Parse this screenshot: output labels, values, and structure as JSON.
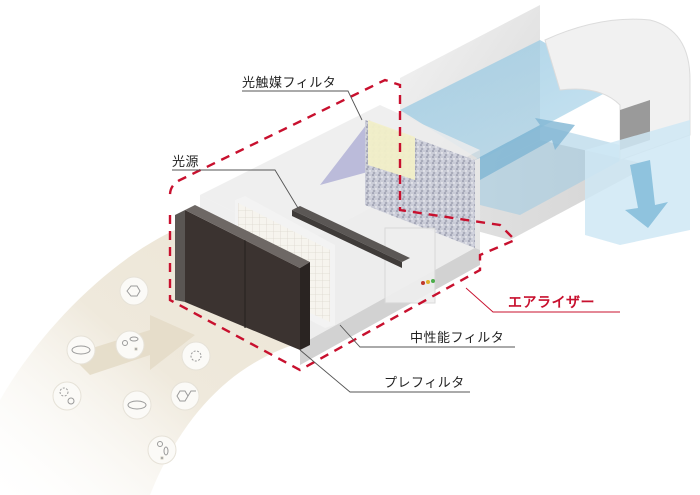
{
  "diagram": {
    "title": "エアライザー",
    "type": "isometric air purifier cutaway",
    "colors": {
      "boundary_dash": "#c8102e",
      "brand_label": "#c8102e",
      "prefilter": "#3b3330",
      "duct_blue": "#a9d4ea",
      "intake_flow": "#efe9dc",
      "photocatalyst": "#f2efc8"
    },
    "labels": {
      "photocatalyst_filter": "光触媒フィルタ",
      "light_source": "光源",
      "product_name": "エアライザー",
      "medium_filter": "中性能フィルタ",
      "pre_filter": "プレフィルタ"
    },
    "intake_icons": [
      {
        "name": "molecule-icon"
      },
      {
        "name": "bacteria-icon"
      },
      {
        "name": "germs-mixed-icon"
      },
      {
        "name": "virus-icon"
      },
      {
        "name": "virus-icon"
      },
      {
        "name": "bacteria-icon"
      },
      {
        "name": "molecule-icon"
      },
      {
        "name": "germs-mixed-icon"
      }
    ]
  }
}
